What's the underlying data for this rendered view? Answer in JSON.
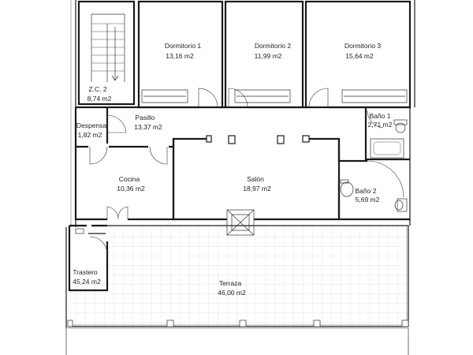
{
  "rooms": {
    "dormitorio1": {
      "name": "Dormitorio 1",
      "area": "13,16 m2"
    },
    "dormitorio2": {
      "name": "Dormitorio 2",
      "area": "11,99 m2"
    },
    "dormitorio3": {
      "name": "Dormitorio 3",
      "area": "15,64 m2"
    },
    "zc2": {
      "name": "Z.C. 2",
      "area": "8,74 m2"
    },
    "pasillo": {
      "name": "Pasillo",
      "area": "13,37 m2"
    },
    "despensa": {
      "name": "Despensa",
      "area": "1,82 m2"
    },
    "bano1": {
      "name": "Baño 1",
      "area": "2,71 m2"
    },
    "cocina": {
      "name": "Cocina",
      "area": "10,36 m2"
    },
    "salon": {
      "name": "Salón",
      "area": "18,97 m2"
    },
    "bano2": {
      "name": "Baño 2",
      "area": "5,69 m2"
    },
    "trastero": {
      "name": "Trastero",
      "area": "45,24 m2"
    },
    "terraza": {
      "name": "Terraza",
      "area": "46,00 m2"
    }
  }
}
